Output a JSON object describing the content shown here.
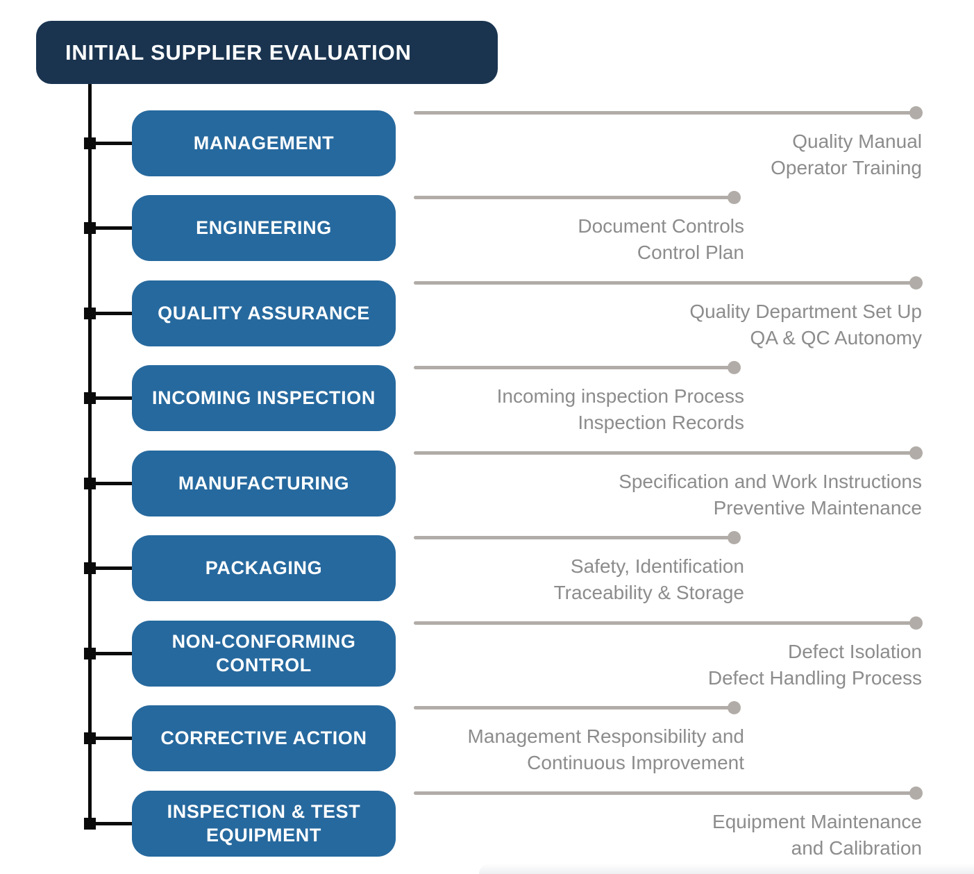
{
  "title": "INITIAL SUPPLIER EVALUATION",
  "colors": {
    "header_bg": "#1A3450",
    "box_bg": "#26699E",
    "connector": "#0B0B0B",
    "leader": "#B1ACA7",
    "detail_text": "#8C8C8C"
  },
  "rows": [
    {
      "label": "MANAGEMENT",
      "details": [
        "Quality Manual",
        "Operator Training"
      ]
    },
    {
      "label": "ENGINEERING",
      "details": [
        "Document Controls",
        "Control Plan"
      ]
    },
    {
      "label": "QUALITY ASSURANCE",
      "details": [
        "Quality Department Set Up",
        "QA & QC Autonomy"
      ]
    },
    {
      "label": "INCOMING INSPECTION",
      "details": [
        "Incoming inspection Process",
        "Inspection Records"
      ]
    },
    {
      "label": "MANUFACTURING",
      "details": [
        "Specification and Work Instructions",
        "Preventive Maintenance"
      ]
    },
    {
      "label": "PACKAGING",
      "details": [
        "Safety, Identification",
        "Traceability & Storage"
      ]
    },
    {
      "label": "NON-CONFORMING CONTROL",
      "details": [
        "Defect Isolation",
        "Defect Handling Process"
      ]
    },
    {
      "label": "CORRECTIVE ACTION",
      "details": [
        "Management Responsibility and",
        "Continuous Improvement"
      ]
    },
    {
      "label": "INSPECTION & TEST EQUIPMENT",
      "details": [
        "Equipment Maintenance",
        "and Calibration"
      ]
    }
  ]
}
